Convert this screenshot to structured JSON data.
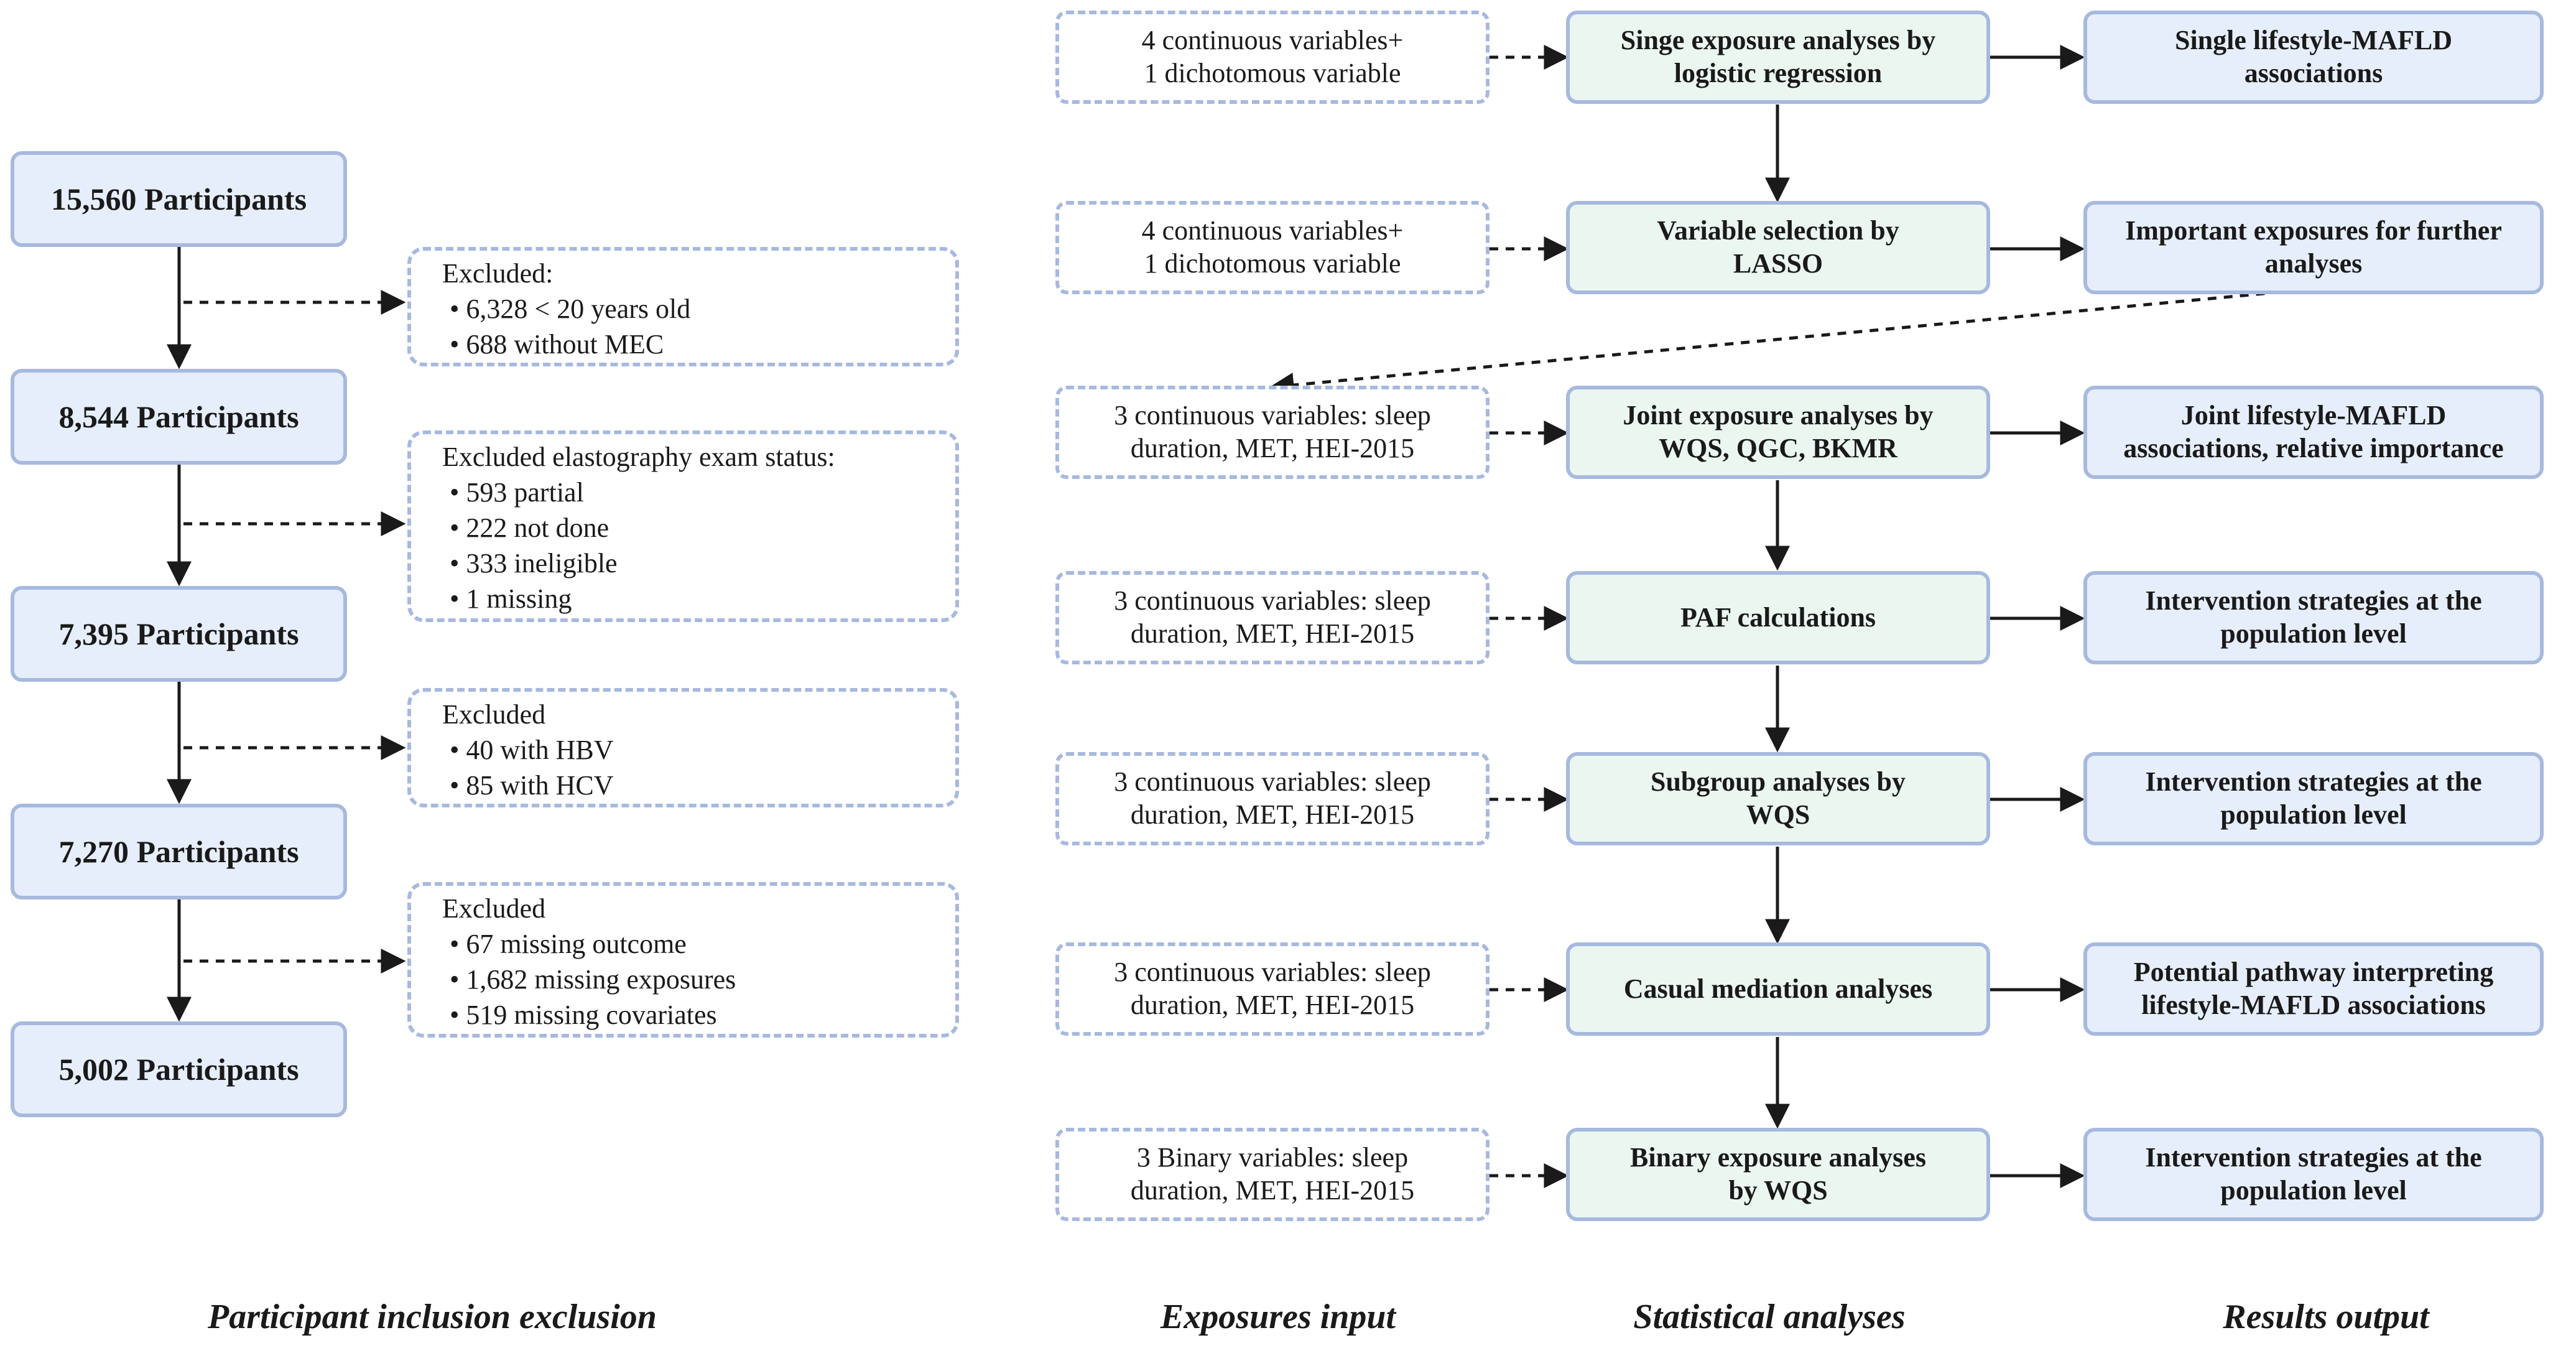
{
  "participants": [
    "15,560 Participants",
    "8,544 Participants",
    "7,395 Participants",
    "7,270 Participants",
    "5,002 Participants"
  ],
  "exclusions": [
    {
      "title": "Excluded:",
      "items": [
        "6,328 < 20 years old",
        "688 without MEC"
      ]
    },
    {
      "title": "Excluded elastography exam status:",
      "items": [
        "593 partial",
        "222 not done",
        "333 ineligible",
        "1 missing"
      ]
    },
    {
      "title": "Excluded",
      "items": [
        "40 with HBV",
        "85 with HCV"
      ]
    },
    {
      "title": "Excluded",
      "items": [
        "67 missing outcome",
        "1,682 missing exposures",
        "519 missing covariates"
      ]
    }
  ],
  "rows": [
    {
      "input": "4 continuous variables+\n1 dichotomous variable",
      "analysis": "Singe exposure analyses by\nlogistic regression",
      "result": "Single lifestyle-MAFLD\nassociations"
    },
    {
      "input": "4 continuous variables+\n1 dichotomous variable",
      "analysis": "Variable selection by\nLASSO",
      "result": "Important exposures for further\nanalyses"
    },
    {
      "input": "3 continuous variables: sleep\nduration, MET, HEI-2015",
      "analysis": "Joint exposure analyses by\nWQS, QGC, BKMR",
      "result": "Joint lifestyle-MAFLD\nassociations, relative importance"
    },
    {
      "input": "3 continuous variables: sleep\nduration, MET, HEI-2015",
      "analysis": "PAF calculations",
      "result": "Intervention strategies at the\npopulation level"
    },
    {
      "input": "3 continuous variables: sleep\nduration, MET, HEI-2015",
      "analysis": "Subgroup analyses by\nWQS",
      "result": "Intervention strategies at the\npopulation level"
    },
    {
      "input": "3 continuous variables: sleep\nduration, MET, HEI-2015",
      "analysis": "Casual mediation analyses",
      "result": "Potential pathway interpreting\nlifestyle-MAFLD associations"
    },
    {
      "input": "3 Binary variables: sleep\nduration, MET, HEI-2015",
      "analysis": "Binary exposure analyses\nby WQS",
      "result": "Intervention strategies at the\npopulation level"
    }
  ],
  "footer": {
    "participants": "Participant inclusion exclusion",
    "exposures": "Exposures input",
    "statistical": "Statistical analyses",
    "results": "Results output"
  },
  "colors": {
    "box_blue_fill": "#e6eefb",
    "box_green_fill": "#ebf6f1",
    "border": "#a7b9de",
    "arrow": "#1a1a1a"
  }
}
